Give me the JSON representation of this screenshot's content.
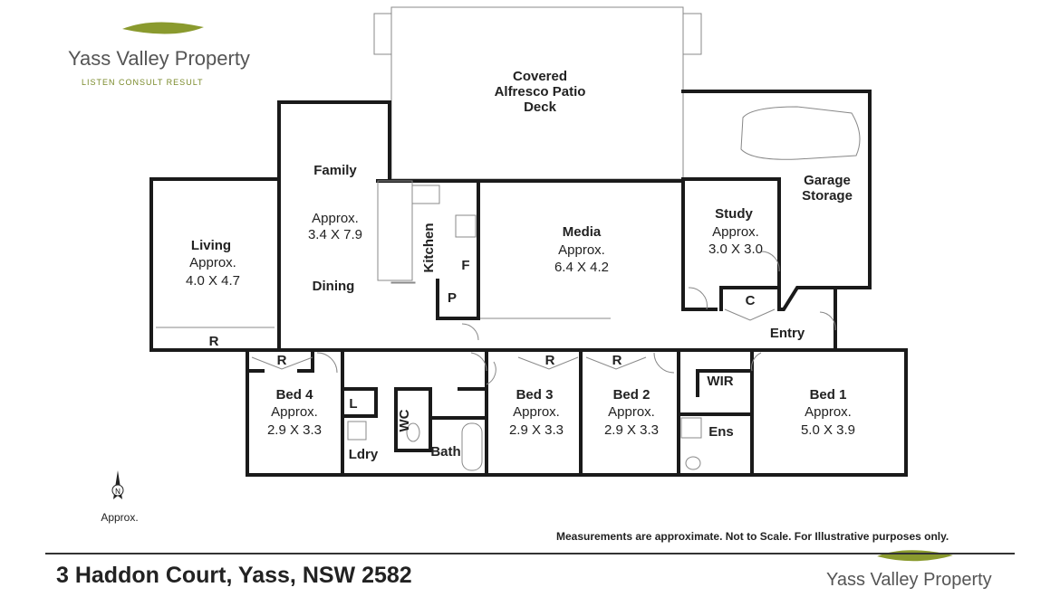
{
  "brand": {
    "name": "Yass Valley Property",
    "tagline": "LISTEN CONSULT RESULT",
    "accent": "#8a9a2e"
  },
  "rooms": {
    "patio": [
      "Covered",
      "Alfresco Patio",
      "Deck"
    ],
    "family": "Family",
    "family_size": [
      "Approx.",
      "3.4 X 7.9"
    ],
    "dining": "Dining",
    "living": [
      "Living",
      "Approx.",
      "4.0 X 4.7"
    ],
    "kitchen": "Kitchen",
    "fridge": "F",
    "pantry": "P",
    "media": [
      "Media",
      "Approx.",
      "6.4 X 4.2"
    ],
    "study": [
      "Study",
      "Approx.",
      "3.0 X 3.0"
    ],
    "garage": [
      "Garage",
      "Storage"
    ],
    "cupboard": "C",
    "entry": "Entry",
    "robe": "R",
    "bed4": [
      "Bed 4",
      "Approx.",
      "2.9 X 3.3"
    ],
    "linen": "L",
    "laundry": "Ldry",
    "wc": "WC",
    "bath": "Bath",
    "bed3": [
      "Bed 3",
      "Approx.",
      "2.9 X 3.3"
    ],
    "bed2": [
      "Bed 2",
      "Approx.",
      "2.9 X 3.3"
    ],
    "wir": "WIR",
    "ensuite": "Ens",
    "bed1": [
      "Bed 1",
      "Approx.",
      "5.0 X 3.9"
    ]
  },
  "compass": {
    "north": "N",
    "label": "Approx."
  },
  "disclaimer": "Measurements are approximate. Not to Scale. For Illustrative purposes only.",
  "address": "3 Haddon Court, Yass, NSW 2582"
}
